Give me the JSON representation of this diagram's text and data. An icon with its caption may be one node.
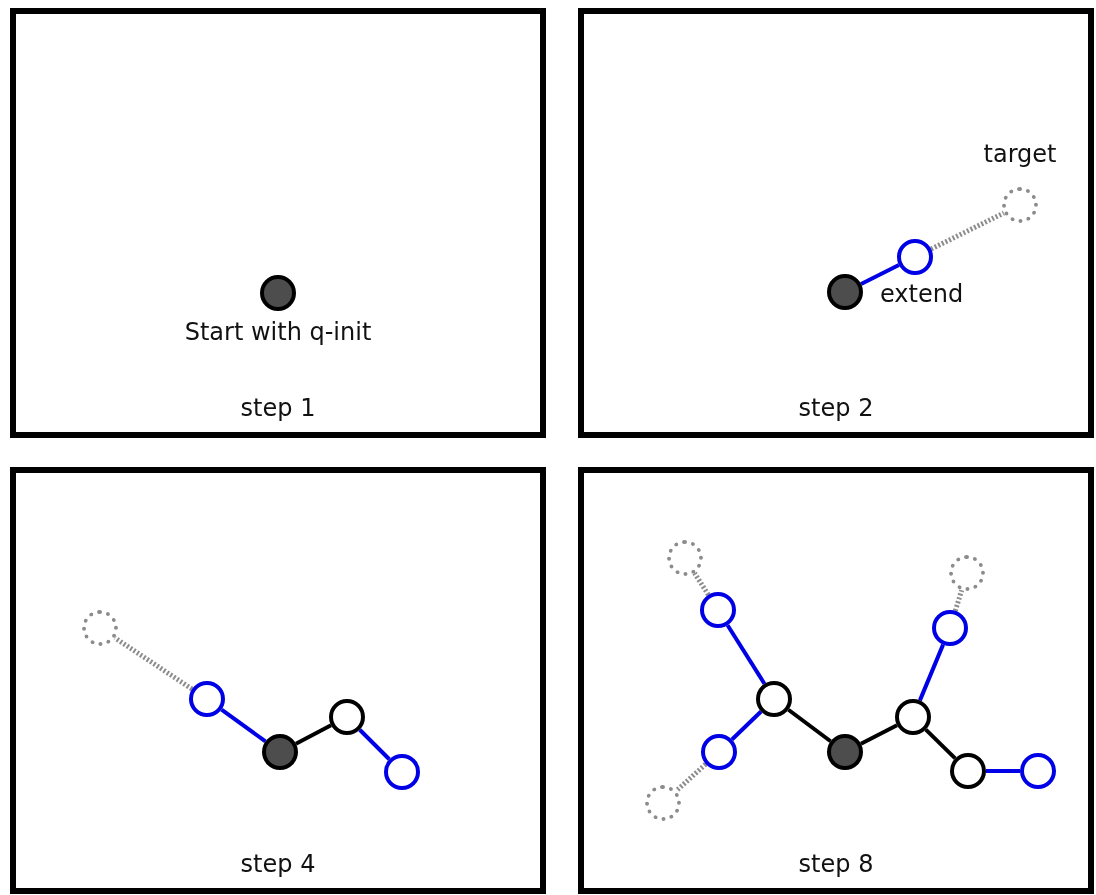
{
  "diagram": {
    "nodes": [
      {
        "text": [
          "step 1"
        ]
      },
      {
        "text": [],
        "shape": "circle",
        "in": 0,
        "beside": [
          "Start with q-init"
        ]
      },
      {
        "text": [
          "step 2"
        ]
      },
      {
        "text": [],
        "shape": "circle",
        "in": 2
      },
      {
        "text": [],
        "shape": "circle",
        "in": 2,
        "beside": [
          "extend"
        ]
      },
      {
        "text": [],
        "shape": "circle",
        "in": 2,
        "beside": [
          "target"
        ]
      },
      {
        "text": [
          "step 4"
        ]
      },
      {
        "text": [],
        "shape": "circle",
        "in": 6
      },
      {
        "text": [],
        "shape": "circle",
        "in": 6
      },
      {
        "text": [],
        "shape": "circle",
        "in": 6
      },
      {
        "text": [],
        "shape": "circle",
        "in": 6
      },
      {
        "text": [],
        "shape": "circle",
        "in": 6
      },
      {
        "text": [
          "step 8"
        ]
      },
      {
        "text": [],
        "shape": "circle",
        "in": 12
      },
      {
        "text": [],
        "shape": "circle",
        "in": 12
      },
      {
        "text": [],
        "shape": "circle",
        "in": 12
      },
      {
        "text": [],
        "shape": "circle",
        "in": 12
      },
      {
        "text": [],
        "shape": "circle",
        "in": 12
      },
      {
        "text": [],
        "shape": "circle",
        "in": 12
      },
      {
        "text": [],
        "shape": "circle",
        "in": 12
      },
      {
        "text": [],
        "shape": "circle",
        "in": 12
      },
      {
        "text": [],
        "shape": "circle",
        "in": 12
      },
      {
        "text": [],
        "shape": "circle",
        "in": 12
      },
      {
        "text": [],
        "shape": "circle",
        "in": 12
      }
    ],
    "edges": [
      {
        "from": 3,
        "to": 4,
        "arrow": "none"
      },
      {
        "from": 4,
        "to": 5,
        "arrow": "none",
        "style": "dashed",
        "color": "#8c8c8c"
      },
      {
        "from": 9,
        "to": 8,
        "arrow": "none"
      },
      {
        "from": 8,
        "to": 7,
        "arrow": "none",
        "style": "dashed",
        "color": "#8c8c8c"
      },
      {
        "from": 9,
        "to": 10,
        "arrow": "none",
        "color": "#000000"
      },
      {
        "from": 10,
        "to": 11,
        "arrow": "none"
      },
      {
        "from": 18,
        "to": 15,
        "arrow": "none",
        "color": "#000000"
      },
      {
        "from": 15,
        "to": 14,
        "arrow": "none"
      },
      {
        "from": 14,
        "to": 13,
        "arrow": "none",
        "style": "dashed",
        "color": "#8c8c8c"
      },
      {
        "from": 15,
        "to": 16,
        "arrow": "none"
      },
      {
        "from": 16,
        "to": 17,
        "arrow": "none",
        "style": "dashed",
        "color": "#8c8c8c"
      },
      {
        "from": 18,
        "to": 19,
        "arrow": "none",
        "color": "#000000"
      },
      {
        "from": 19,
        "to": 20,
        "arrow": "none"
      },
      {
        "from": 20,
        "to": 21,
        "arrow": "none",
        "style": "dashed",
        "color": "#8c8c8c"
      },
      {
        "from": 19,
        "to": 22,
        "arrow": "none",
        "color": "#000000"
      },
      {
        "from": 22,
        "to": 23,
        "arrow": "none"
      }
    ]
  }
}
